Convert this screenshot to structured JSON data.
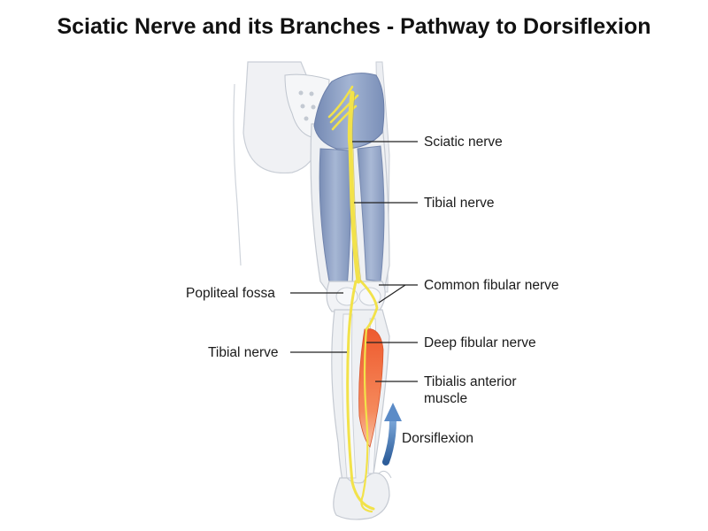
{
  "title": "Sciatic Nerve and its Branches - Pathway to Dorsiflexion",
  "labels": {
    "sciatic_nerve": "Sciatic nerve",
    "tibial_nerve_upper": "Tibial nerve",
    "common_fibular_nerve": "Common fibular nerve",
    "popliteal_fossa": "Popliteal fossa",
    "deep_fibular_nerve": "Deep fibular nerve",
    "tibial_nerve_lower": "Tibial nerve",
    "tibialis_anterior_line1": "Tibialis anterior",
    "tibialis_anterior_line2": "muscle",
    "dorsiflexion": "Dorsiflexion"
  },
  "colors": {
    "nerve": "#f2e24a",
    "muscle": "#8a9fc4",
    "bone": "#e9ecef",
    "tibialis": "#ef6a3c",
    "arrow": "#3f6ea8",
    "leader": "#222222"
  }
}
